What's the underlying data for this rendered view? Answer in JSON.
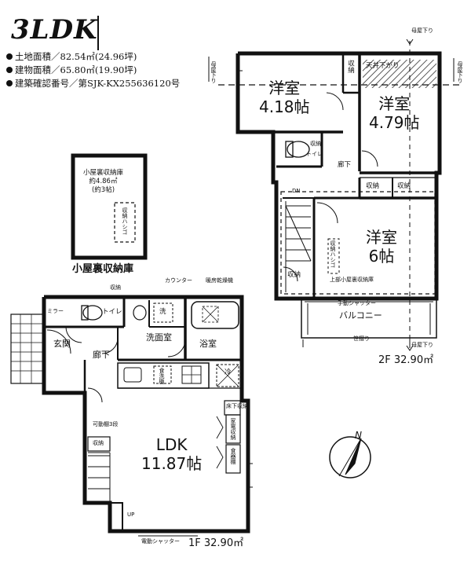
{
  "header": {
    "layout_type": "3LDK",
    "land_area": "土地面積／82.54㎡(24.96坪)",
    "building_area": "建物面積／65.80㎡(19.90坪)",
    "permit_number": "建築確認番号／第SJK-KX255636120号"
  },
  "floor2": {
    "room_west": "洋室",
    "room_west_size": "4.18帖",
    "room_east": "洋室",
    "room_east_size": "4.79帖",
    "room_south": "洋室",
    "room_south_size": "6帖",
    "storage": "収納",
    "toilet_storage": "収納",
    "toilet": "トイレ",
    "hallway": "廊下",
    "down": "DN",
    "ceiling_lower": "天井下がり",
    "attic_storage_above": "上部小屋裏収納庫",
    "shutter": "手動シャッター",
    "balcony": "バルコニー",
    "handrail": "笹摺り",
    "eaves_down": "母屋下り",
    "attic_ladder": "収納ハシゴ",
    "area": "2F 32.90㎡"
  },
  "attic": {
    "storage_name": "小屋裏収納庫",
    "storage_size": "約4.86㎡",
    "storage_tatami": "(約3帖)",
    "ladder": "収納ハシゴ",
    "caption": "小屋裏収納庫"
  },
  "floor1": {
    "storage_top": "収納",
    "counter": "カウンター",
    "dryer": "暖房乾燥機",
    "mirror": "ミラー",
    "toilet": "トイレ",
    "washer": "洗",
    "washroom": "洗面室",
    "bath": "浴室",
    "entrance": "玄関",
    "hallway": "廊下",
    "dishwasher": "食洗機",
    "fridge": "冷",
    "tall_cabinet": "床下収納",
    "pantry": "家電収納",
    "cupboard": "食器棚",
    "shelf": "可動棚3段",
    "storage_stair": "収納",
    "ldk": "LDK",
    "ldk_size": "11.87帖",
    "up": "UP",
    "shutter": "電動シャッター",
    "area": "1F 32.90㎡"
  },
  "compass": {
    "north": "N"
  }
}
